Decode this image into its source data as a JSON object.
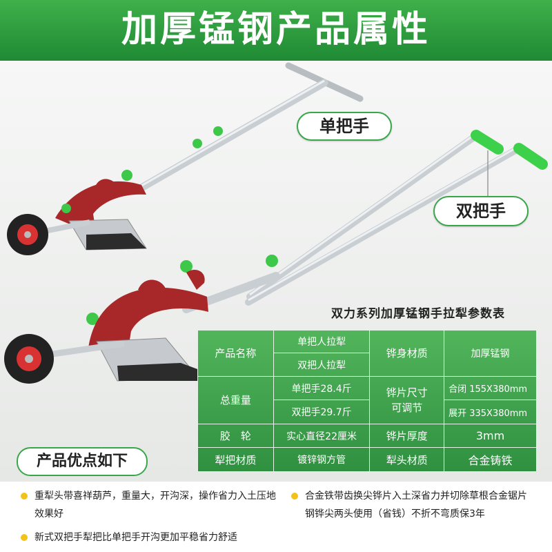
{
  "header": {
    "title": "加厚锰钢产品属性"
  },
  "callouts": {
    "single_handle": "单把手",
    "double_handle": "双把手"
  },
  "table": {
    "title": "双力系列加厚锰钢手拉犁参数表",
    "rows": {
      "r1": {
        "label": "产品名称",
        "v1": "单把人拉犁",
        "v2": "双把人拉犁",
        "label2": "铧身材质",
        "val2": "加厚锰钢"
      },
      "r2": {
        "label": "总重量",
        "v1": "单把手28.4斤",
        "v2": "双把手29.7斤",
        "label2": "铧片尺寸\n可调节",
        "val2a": "合闭 155X380mm",
        "val2b": "展开 335X380mm"
      },
      "r3": {
        "label": "胶　轮",
        "v1": "实心直径22厘米",
        "label2": "铧片厚度",
        "val2": "3mm"
      },
      "r4": {
        "label": "犁把材质",
        "v1": "镀锌钢方管",
        "label2": "犁头材质",
        "val2": "合金铸铁"
      }
    }
  },
  "advantages": {
    "title": "产品优点如下",
    "left": [
      "重犁头带喜祥葫芦，重量大，开沟深，操作省力入土压地效果好",
      "新式双把手犁把比单把手开沟更加平稳省力舒适"
    ],
    "right": [
      "合金铁带齿换尖铧片入土深省力并切除草根合金锯片钢铧尖两头使用（省钱）不折不弯质保3年"
    ]
  },
  "colors": {
    "accent_green": "#2f9a3f",
    "handle_green": "#3dd04a",
    "plow_red": "#a8282a",
    "bullet_yellow": "#f2c21a"
  }
}
